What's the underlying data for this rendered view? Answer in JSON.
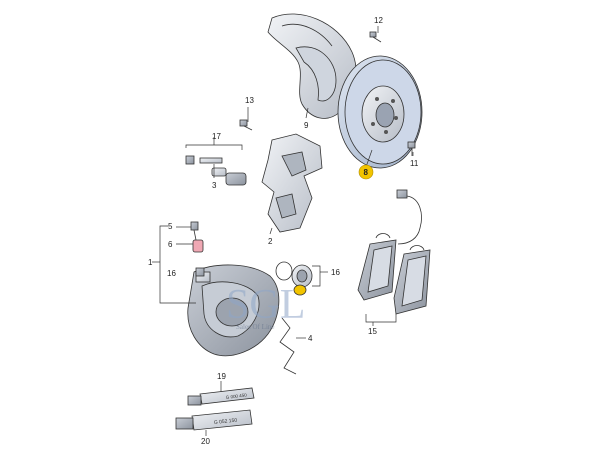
{
  "callouts": {
    "c1": "1",
    "c2": "2",
    "c3": "3",
    "c4": "4",
    "c5": "5",
    "c6": "6",
    "c8": "8",
    "c9": "9",
    "c11": "11",
    "c12": "12",
    "c13": "13",
    "c15": "15",
    "c16a": "16",
    "c16b": "16",
    "c17": "17",
    "c19": "19",
    "c20": "20"
  },
  "watermark": {
    "logo": "SGL",
    "tagline": "Sales Of Line"
  },
  "tubes": {
    "tube19_text": "G 000 450",
    "tube20_text": "G 052 150"
  },
  "colors": {
    "part_fill": "#e3e6eb",
    "part_shade": "#b9bfc8",
    "disc_blue": "#c9d4e6",
    "highlight": "#f2c400",
    "accent_pink": "#f0a8b4",
    "watermark": "#8fa6c8"
  }
}
